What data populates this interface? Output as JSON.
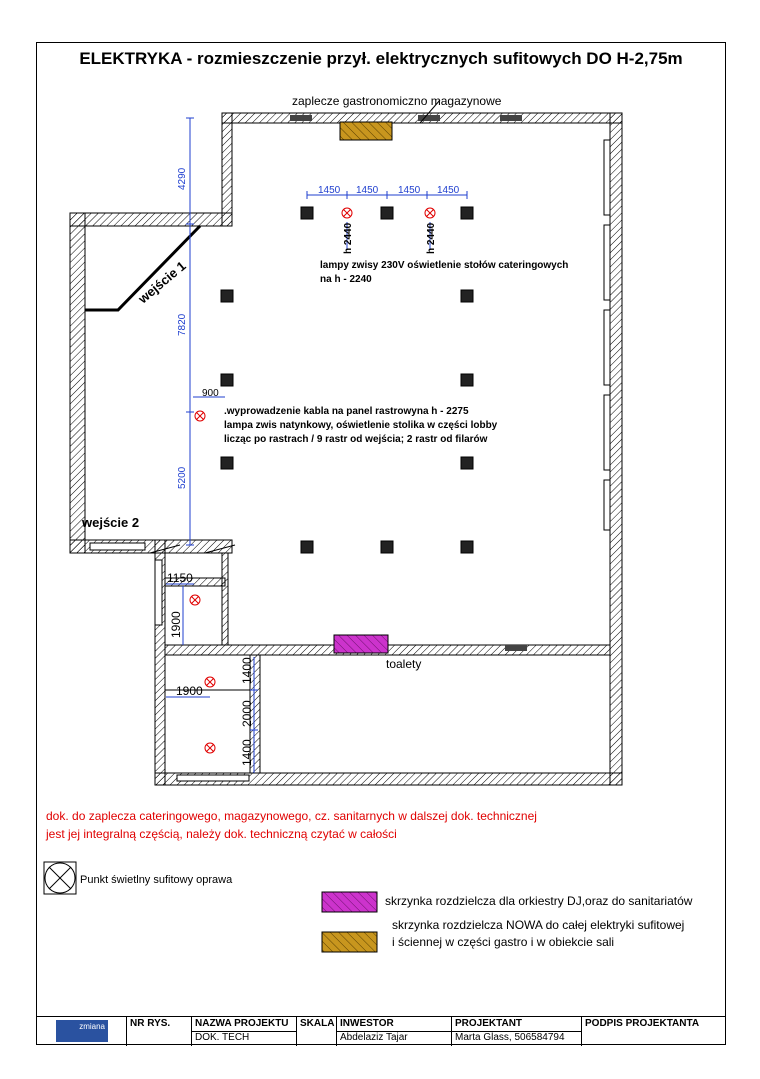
{
  "title": "ELEKTRYKA - rozmieszczenie przył. elektrycznych sufitowych DO H-2,75m",
  "labels": {
    "zaplecze": "zaplecze gastronomiczno magazynowe",
    "wejscie1": "wejście 1",
    "wejscie2": "wejście 2",
    "toalety": "toalety",
    "lampy_line1": "lampy zwisy 230V oświetlenie stołów cateringowych",
    "lampy_line2": "na h - 2240",
    "kabel_line1": ".wyprowadzenie kabla na panel rastrowyna h - 2275",
    "kabel_line2": "lampa zwis natynkowy, oświetlenie stolika w części lobby",
    "kabel_line3": "licząc po rastrach / 9 rastr od wejścia; 2 rastr od filarów"
  },
  "dimensions": {
    "d4290": "4290",
    "d7820": "7820",
    "d5200": "5200",
    "d900": "900",
    "d1450a": "1450",
    "d1450b": "1450",
    "d1450c": "1450",
    "d1450d": "1450",
    "h2440a": "h 2440",
    "h2440b": "h 2440",
    "d1150": "1150",
    "d1900a": "1900",
    "d1900b": "1900",
    "d1400a": "1400",
    "d2000": "2000",
    "d1400b": "1400"
  },
  "notes": {
    "line1": "dok. do zaplecza cateringowego, magazynowego, cz. sanitarnych w dalszej dok. technicznej",
    "line2": "jest jej integralną częścią, należy dok. techniczną czytać w całości"
  },
  "legend": {
    "punkt": "Punkt świetlny sufitowy oprawa",
    "purple": "skrzynka rozdzielcza dla orkiestry DJ,oraz do sanitariatów",
    "yellow_line1": "skrzynka rozdzielcza NOWA do całej elektryki sufitowej",
    "yellow_line2": "i ściennej w części gastro i w obiekcie sali"
  },
  "colors": {
    "purple": "#cc33cc",
    "yellow": "#c8961e",
    "blue": "#1f3fcf",
    "red_text": "#e00000"
  },
  "footer": {
    "logo": "zmiana",
    "nr_rys": "NR RYS.",
    "nazwa_h": "NAZWA PROJEKTU",
    "nazwa_v": "DOK. TECH",
    "skala": "SKALA",
    "inwestor_h": "INWESTOR",
    "inwestor_v": "Abdelaziz Tajar",
    "projektant_h": "PROJEKTANT",
    "projektant_v": "Marta Glass, 506584794",
    "podpis": "PODPIS PROJEKTANTA"
  }
}
